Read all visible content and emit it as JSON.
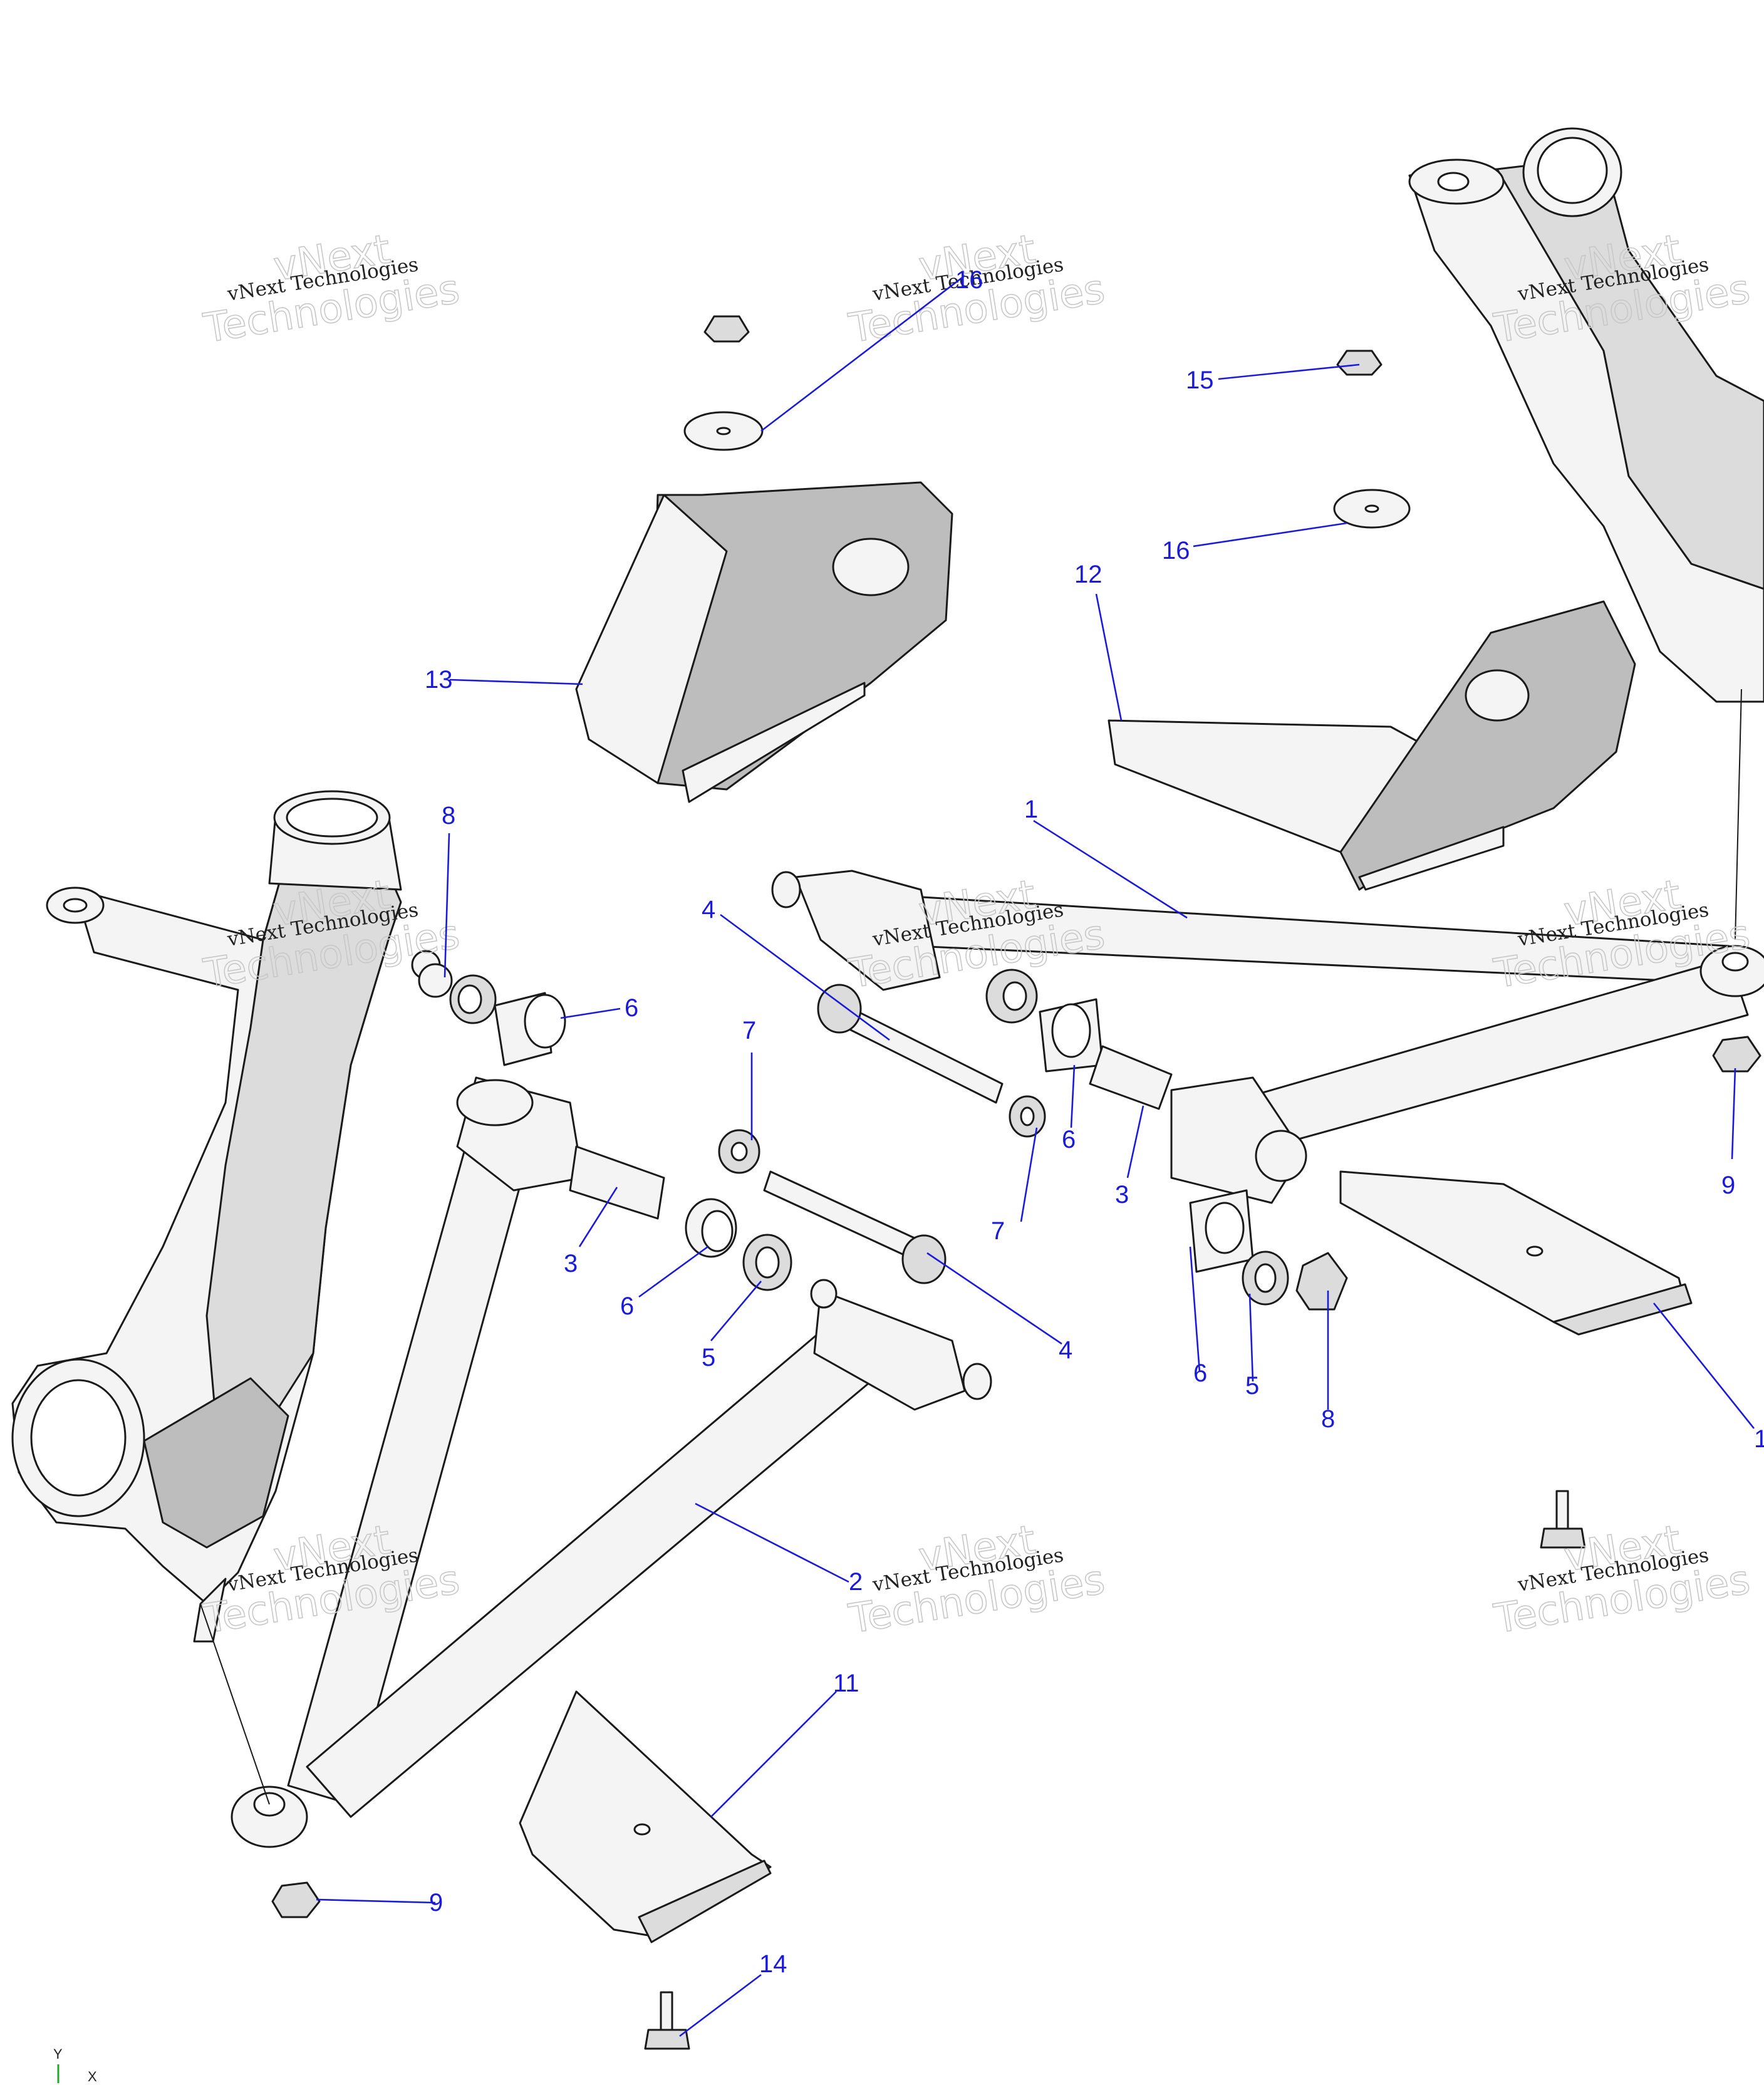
{
  "diagram": {
    "callouts": [
      {
        "id": "c1",
        "label": "1"
      },
      {
        "id": "c2",
        "label": "2"
      },
      {
        "id": "c3a",
        "label": "3"
      },
      {
        "id": "c3b",
        "label": "3"
      },
      {
        "id": "c4a",
        "label": "4"
      },
      {
        "id": "c4b",
        "label": "4"
      },
      {
        "id": "c5a",
        "label": "5"
      },
      {
        "id": "c5b",
        "label": "5"
      },
      {
        "id": "c6a",
        "label": "6"
      },
      {
        "id": "c6b",
        "label": "6"
      },
      {
        "id": "c6c",
        "label": "6"
      },
      {
        "id": "c6d",
        "label": "6"
      },
      {
        "id": "c7a",
        "label": "7"
      },
      {
        "id": "c7b",
        "label": "7"
      },
      {
        "id": "c8a",
        "label": "8"
      },
      {
        "id": "c8b",
        "label": "8"
      },
      {
        "id": "c9a",
        "label": "9"
      },
      {
        "id": "c9b",
        "label": "9"
      },
      {
        "id": "c10",
        "label": "1"
      },
      {
        "id": "c11",
        "label": "11"
      },
      {
        "id": "c12",
        "label": "12"
      },
      {
        "id": "c13",
        "label": "13"
      },
      {
        "id": "c14",
        "label": "14"
      },
      {
        "id": "c15",
        "label": "15"
      },
      {
        "id": "c16a",
        "label": "16"
      },
      {
        "id": "c16b",
        "label": "16"
      }
    ],
    "watermark": {
      "line1": "vNext Technologies",
      "line2a": "vNext",
      "line2b": "Technologies"
    },
    "axis": {
      "y": "Y",
      "x": "X"
    }
  },
  "colors": {
    "callout": "#1a1add",
    "line": "#1a1a1a",
    "shade": "#bdbdbd"
  }
}
